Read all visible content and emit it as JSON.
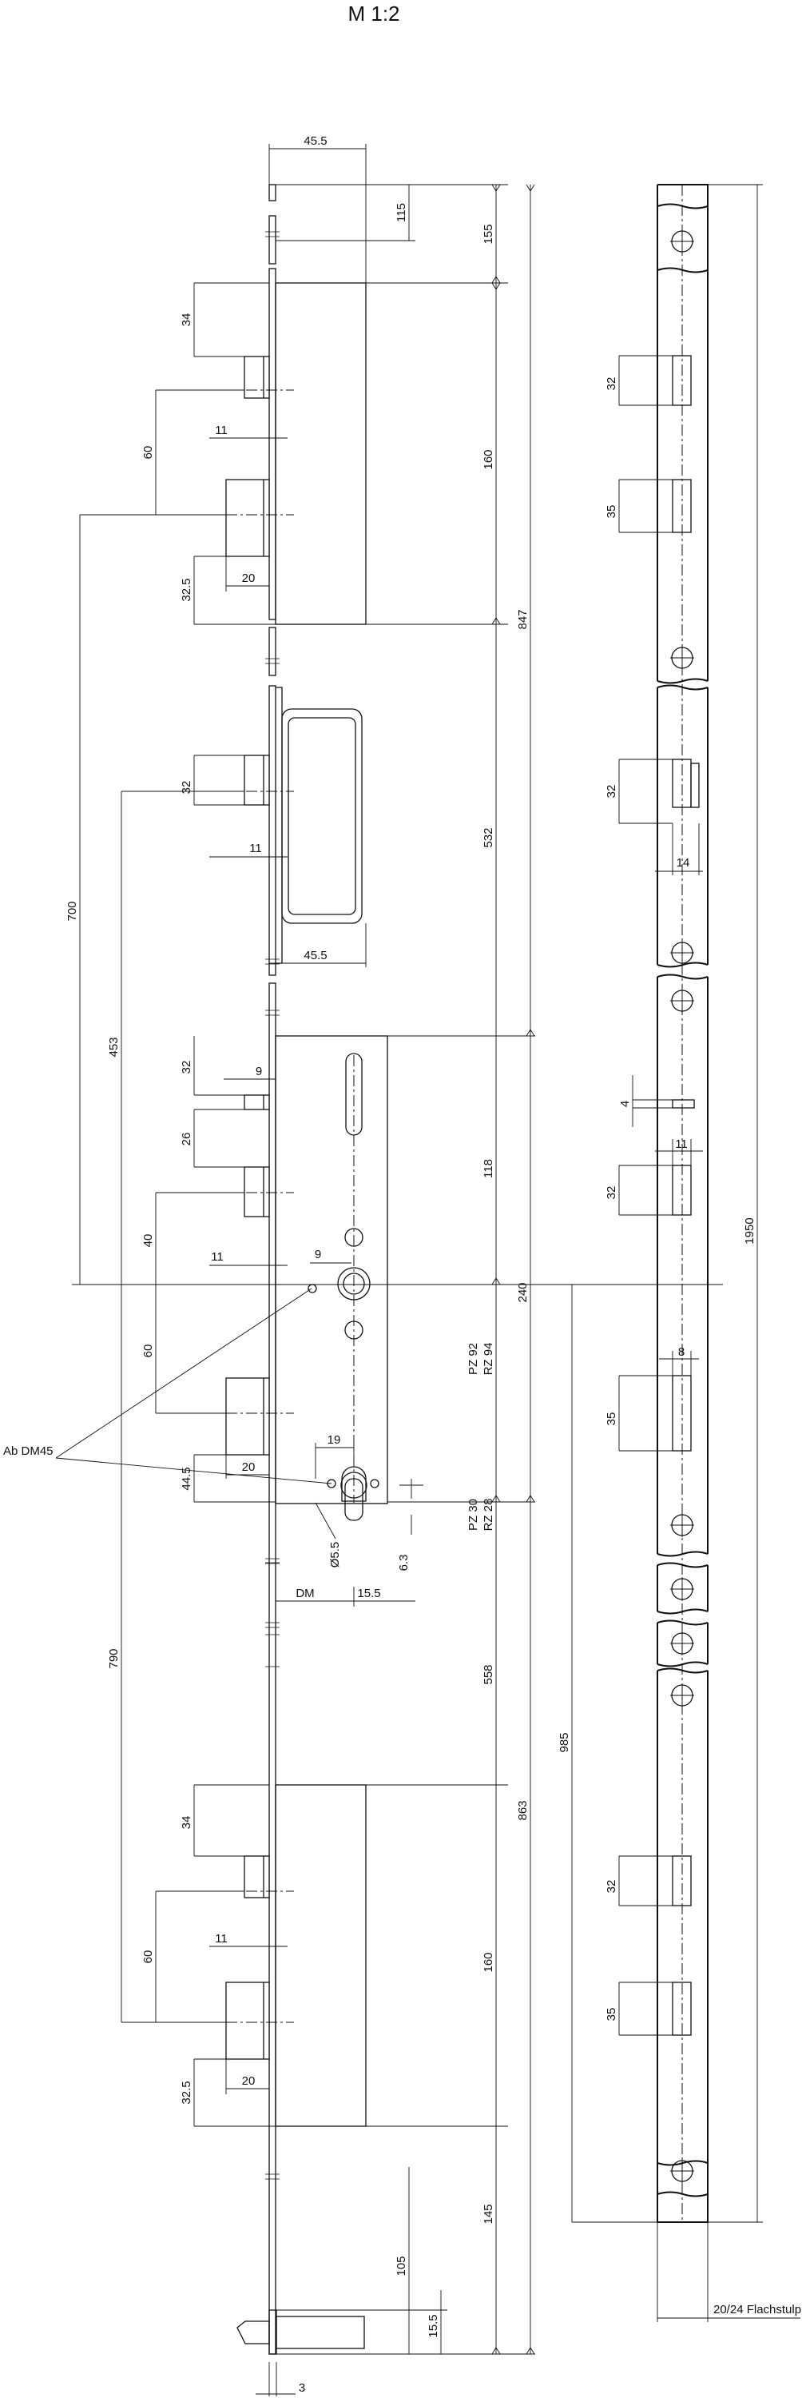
{
  "title": "M 1:2",
  "callouts": {
    "ab_dm": "Ab DM45",
    "dm": "DM",
    "flachstulp": "20/24 Flachstulp",
    "pz92": "PZ 92",
    "rz94": "RZ 94",
    "pz30": "PZ 30",
    "rz28": "RZ 28",
    "diameter": "Ø5.5"
  },
  "dims": {
    "top_width": "45.5",
    "mid_width": "45.5",
    "top_115": "115",
    "top_155": "155",
    "h_160_top": "160",
    "h_847": "847",
    "b34_top": "34",
    "b60_top": "60",
    "b11_top": "11",
    "b20_top": "20",
    "b32_5_top": "32.5",
    "h_700": "700",
    "h_532": "532",
    "h_453": "453",
    "b32_hook": "32",
    "b11_hook": "11",
    "b32_main": "32",
    "b9_main": "9",
    "b26_main": "26",
    "b40_main": "40",
    "b11_main": "11",
    "b9_follower": "9",
    "h_118": "118",
    "h_240": "240",
    "b60_main": "60",
    "b20_main": "20",
    "b44_5_main": "44.5",
    "b19_cyl": "19",
    "b6_3": "6.3",
    "b15_5_dm": "15.5",
    "h_790": "790",
    "h_558": "558",
    "h_863": "863",
    "b34_bot": "34",
    "b60_bot": "60",
    "b11_bot": "11",
    "h_160_bot": "160",
    "b20_bot": "20",
    "b32_5_bot": "32.5",
    "h_145": "145",
    "h_105": "105",
    "h_985": "985",
    "h_1950": "1950",
    "r32_a": "32",
    "r35_a": "35",
    "r32_b": "32",
    "r14": "14",
    "r4": "4",
    "r11": "11",
    "r32_c": "32",
    "r8": "8",
    "r35_b": "35",
    "r32_d": "32",
    "r35_c": "35",
    "small_15_5": "15.5",
    "small_3": "3"
  }
}
